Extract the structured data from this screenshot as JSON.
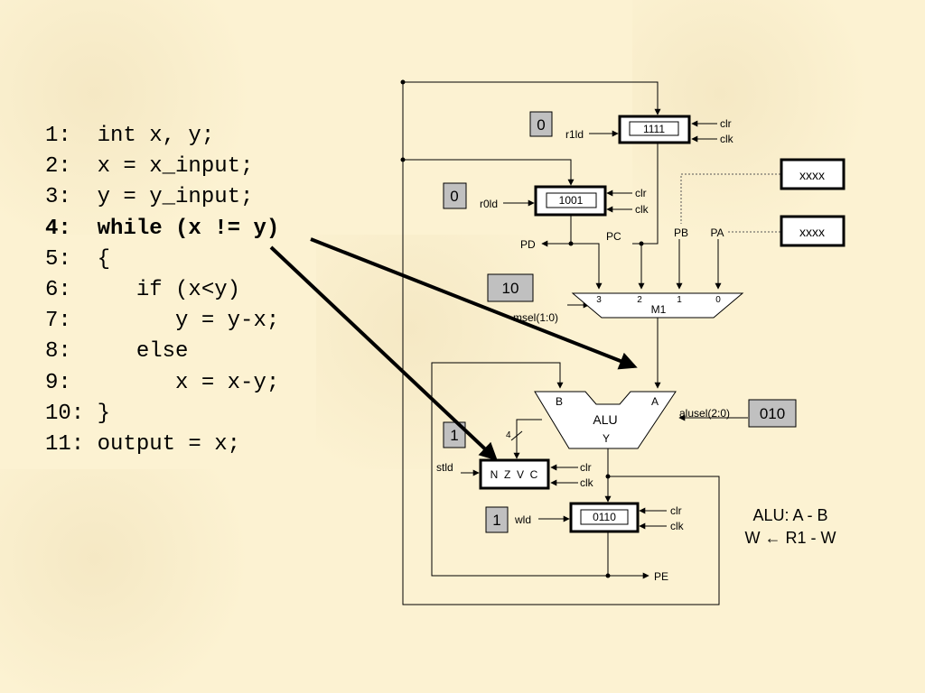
{
  "code_lines": [
    {
      "text": "1:  int x, y;",
      "bold": false
    },
    {
      "text": "2:  x = x_input;",
      "bold": false
    },
    {
      "text": "3:  y = y_input;",
      "bold": false
    },
    {
      "text": "4:  while (x != y)",
      "bold": true
    },
    {
      "text": "5:  {",
      "bold": false
    },
    {
      "text": "6:     if (x<y)",
      "bold": false
    },
    {
      "text": "7:        y = y-x;",
      "bold": false
    },
    {
      "text": "8:     else",
      "bold": false
    },
    {
      "text": "9:        x = x-y;",
      "bold": false
    },
    {
      "text": "10: }",
      "bold": false
    },
    {
      "text": "11: output = x;",
      "bold": false
    }
  ],
  "registers": {
    "r1": {
      "control_label": "r1ld",
      "control_value": "0",
      "value": "1111",
      "clr": "clr",
      "clk": "clk"
    },
    "r0": {
      "control_label": "r0ld",
      "control_value": "0",
      "value": "1001",
      "clr": "clr",
      "clk": "clk"
    },
    "status": {
      "control_label": "stld",
      "control_value": "1",
      "flags": "N  Z  V  C",
      "clr": "clr",
      "clk": "clk",
      "bus_width": "4"
    },
    "w": {
      "control_label": "wld",
      "control_value": "1",
      "value": "0110",
      "clr": "clr",
      "clk": "clk"
    }
  },
  "inputs": {
    "pb_label": "PB",
    "pb_value": "xxxx",
    "pa_label": "PA",
    "pa_value": "xxxx",
    "pd_label": "PD",
    "pc_label": "PC",
    "pe_label": "PE"
  },
  "mux": {
    "name": "M1",
    "select_label": "msel(1:0)",
    "select_value": "10",
    "port_labels": [
      "3",
      "2",
      "1",
      "0"
    ]
  },
  "alu": {
    "name": "ALU",
    "input_b": "B",
    "input_a": "A",
    "output_y": "Y",
    "select_label": "alusel(2:0)",
    "select_value": "010"
  },
  "note": {
    "line1": "ALU:  A - B",
    "line2": "W ← R1 - W"
  },
  "colors": {
    "background": "#fcf2d2",
    "control_box": "#c0c0c0",
    "wire": "#000000"
  }
}
